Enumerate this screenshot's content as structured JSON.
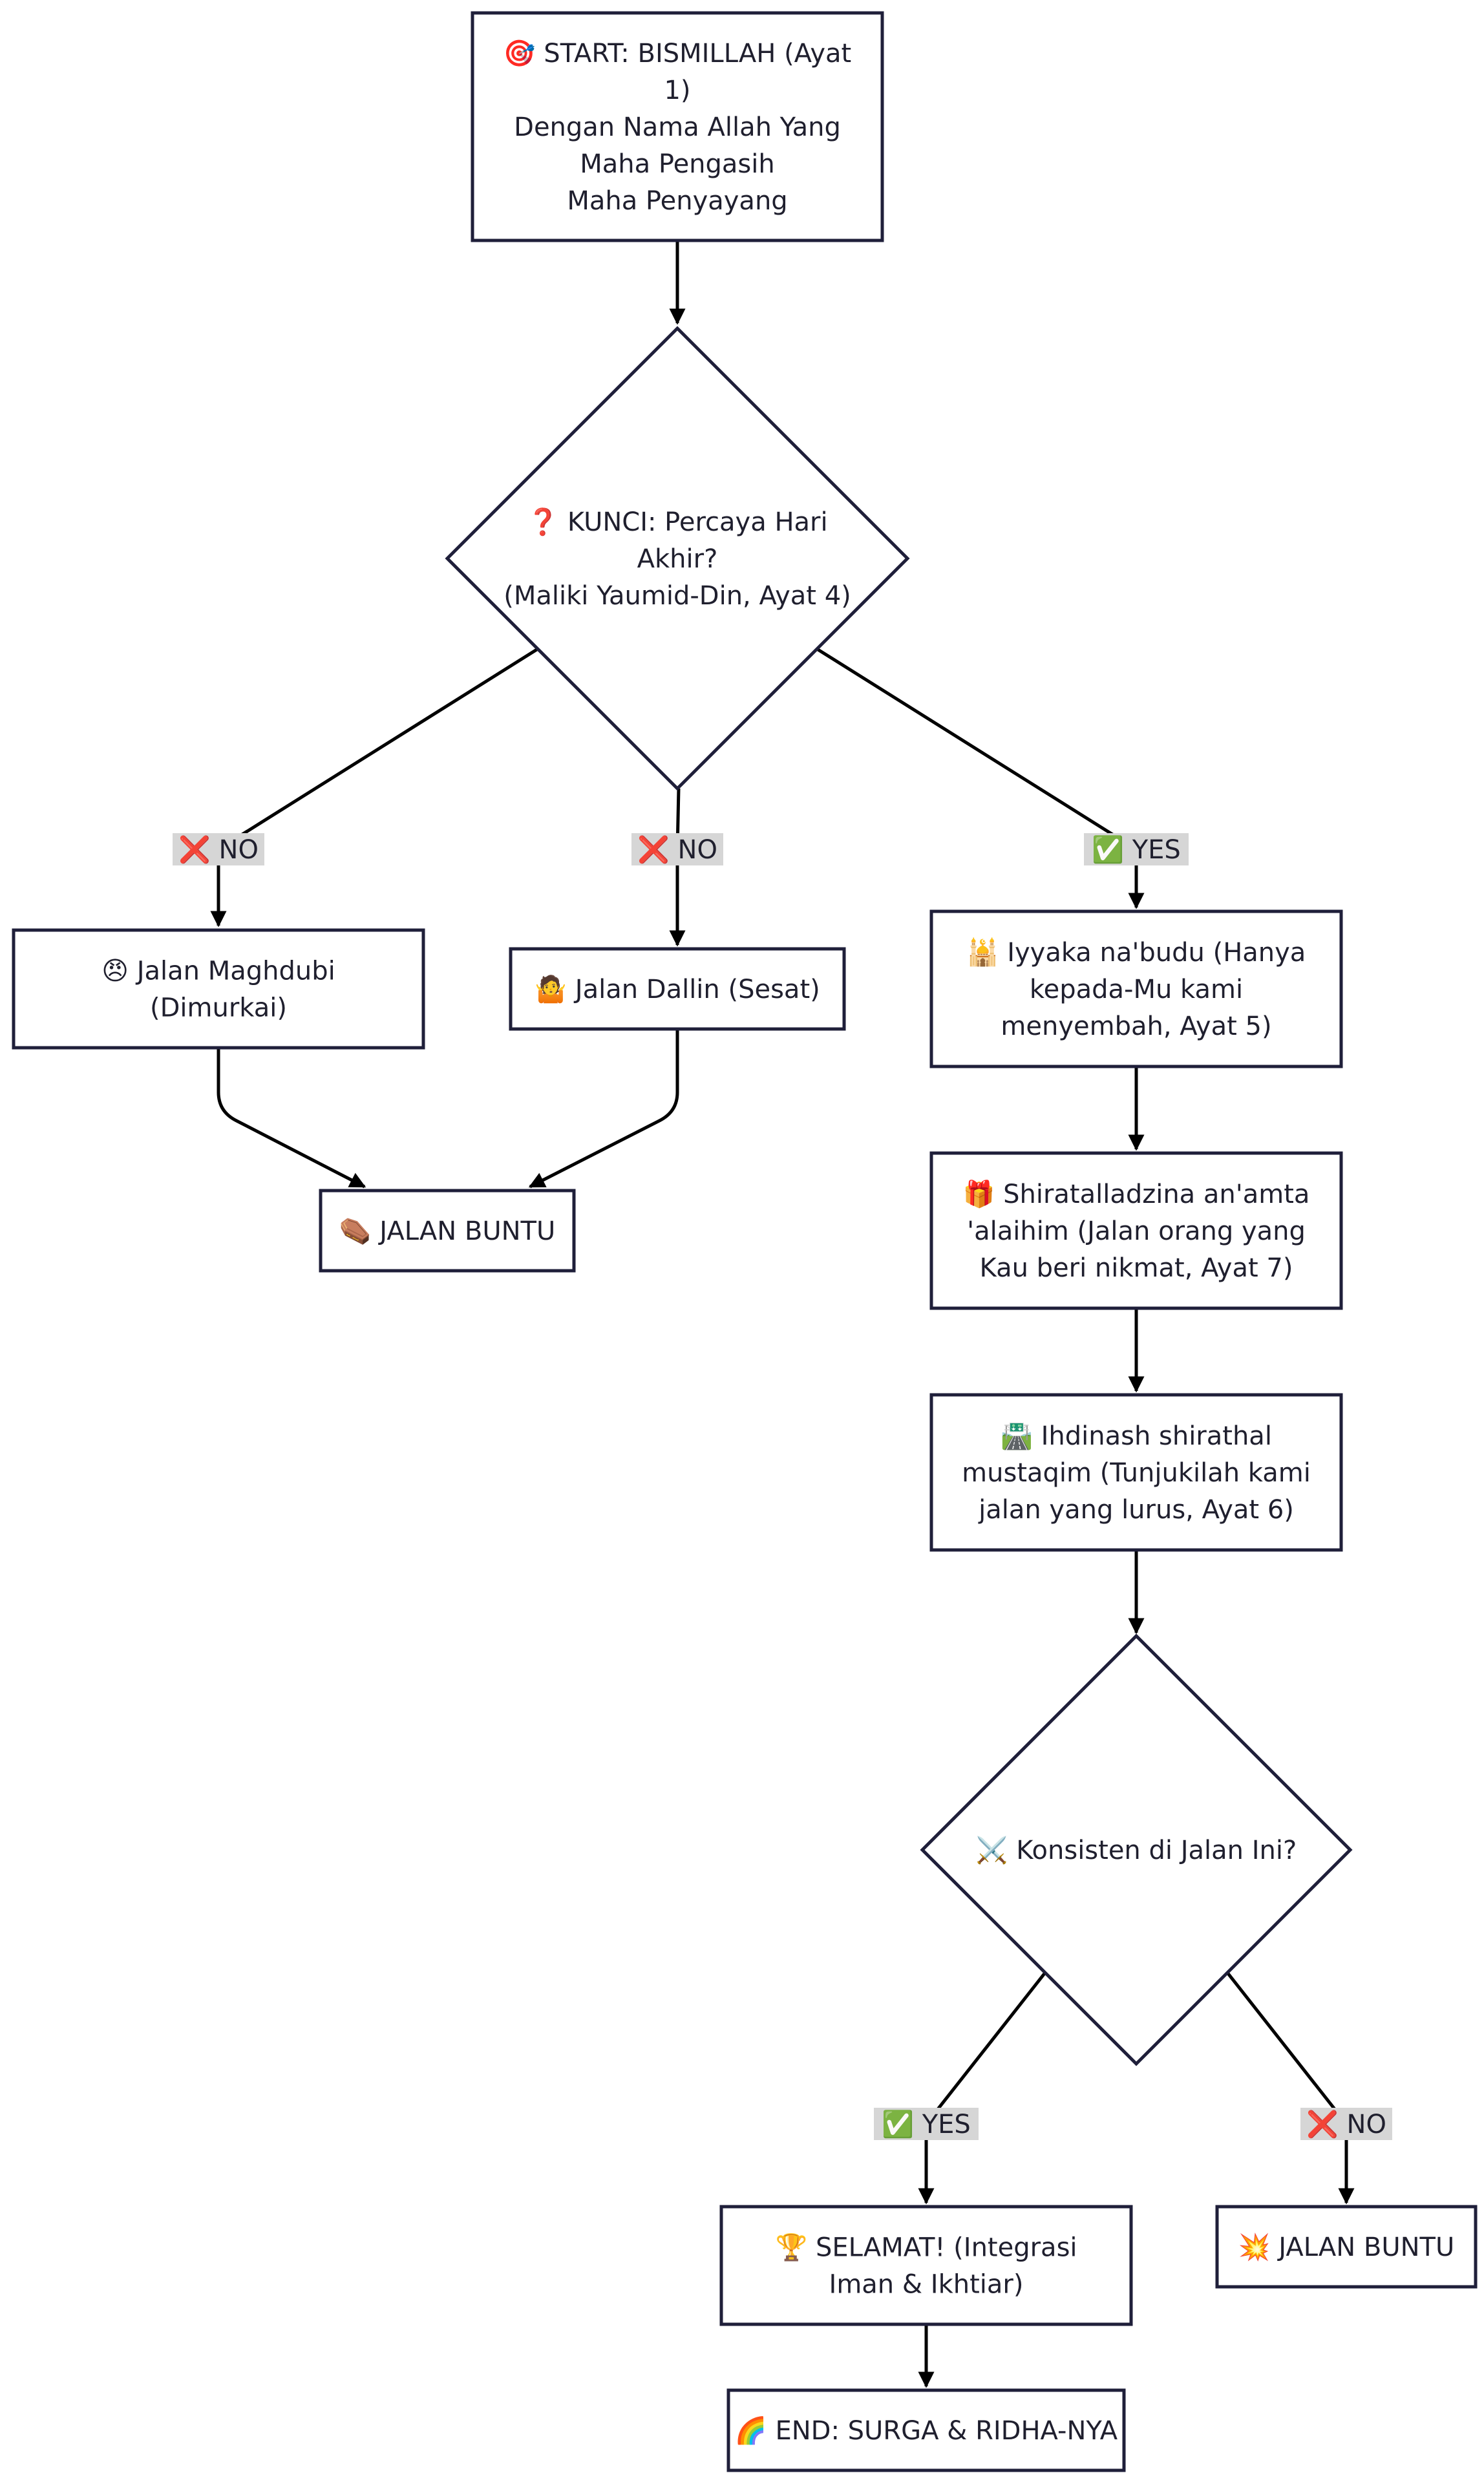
{
  "diagram": {
    "colors": {
      "node_fill": "#ffffff",
      "node_stroke": "#1f1f3a",
      "edge": "#000000",
      "label_bg": "#d6d6d6",
      "text": "#1f1f2e"
    },
    "nodes": [
      {
        "id": "start",
        "shape": "rect",
        "lines": [
          "🎯 START: BISMILLAH (Ayat",
          "1)",
          "Dengan Nama Allah Yang",
          "Maha Pengasih",
          "Maha Penyayang"
        ]
      },
      {
        "id": "kunci",
        "shape": "diamond",
        "lines": [
          "❓ KUNCI: Percaya Hari",
          "Akhir?",
          "(Maliki Yaumid-Din, Ayat 4)"
        ]
      },
      {
        "id": "maghdubi",
        "shape": "rect",
        "lines": [
          "😠 Jalan Maghdubi",
          "(Dimurkai)"
        ]
      },
      {
        "id": "dallin",
        "shape": "rect",
        "lines": [
          "🤷 Jalan Dallin (Sesat)"
        ]
      },
      {
        "id": "iyyaka",
        "shape": "rect",
        "lines": [
          "🕌 Iyyaka na'budu (Hanya",
          "kepada-Mu kami",
          "menyembah, Ayat 5)"
        ]
      },
      {
        "id": "buntu1",
        "shape": "rect",
        "lines": [
          "⚰️ JALAN BUNTU"
        ]
      },
      {
        "id": "shirat",
        "shape": "rect",
        "lines": [
          "🎁 Shiratalladzina an'amta",
          "'alaihim (Jalan orang yang",
          "Kau beri nikmat, Ayat 7)"
        ]
      },
      {
        "id": "ihdina",
        "shape": "rect",
        "lines": [
          "🛣️ Ihdinash shirathal",
          "mustaqim (Tunjukilah kami",
          "jalan yang lurus, Ayat 6)"
        ]
      },
      {
        "id": "konsisten",
        "shape": "diamond",
        "lines": [
          "⚔️ Konsisten di Jalan Ini?"
        ]
      },
      {
        "id": "selamat",
        "shape": "rect",
        "lines": [
          "🏆 SELAMAT! (Integrasi",
          "Iman & Ikhtiar)"
        ]
      },
      {
        "id": "buntu2",
        "shape": "rect",
        "lines": [
          "💥 JALAN BUNTU"
        ]
      },
      {
        "id": "end",
        "shape": "rect",
        "lines": [
          "🌈 END: SURGA & RIDHA-NYA"
        ]
      }
    ],
    "edges": [
      {
        "from": "start",
        "to": "kunci",
        "label": ""
      },
      {
        "from": "kunci",
        "to": "maghdubi",
        "label": "❌ NO"
      },
      {
        "from": "kunci",
        "to": "dallin",
        "label": "❌ NO"
      },
      {
        "from": "kunci",
        "to": "iyyaka",
        "label": "✅ YES"
      },
      {
        "from": "maghdubi",
        "to": "buntu1",
        "label": ""
      },
      {
        "from": "dallin",
        "to": "buntu1",
        "label": ""
      },
      {
        "from": "iyyaka",
        "to": "shirat",
        "label": ""
      },
      {
        "from": "shirat",
        "to": "ihdina",
        "label": ""
      },
      {
        "from": "ihdina",
        "to": "konsisten",
        "label": ""
      },
      {
        "from": "konsisten",
        "to": "selamat",
        "label": "✅ YES"
      },
      {
        "from": "konsisten",
        "to": "buntu2",
        "label": "❌ NO"
      },
      {
        "from": "selamat",
        "to": "end",
        "label": ""
      }
    ]
  }
}
